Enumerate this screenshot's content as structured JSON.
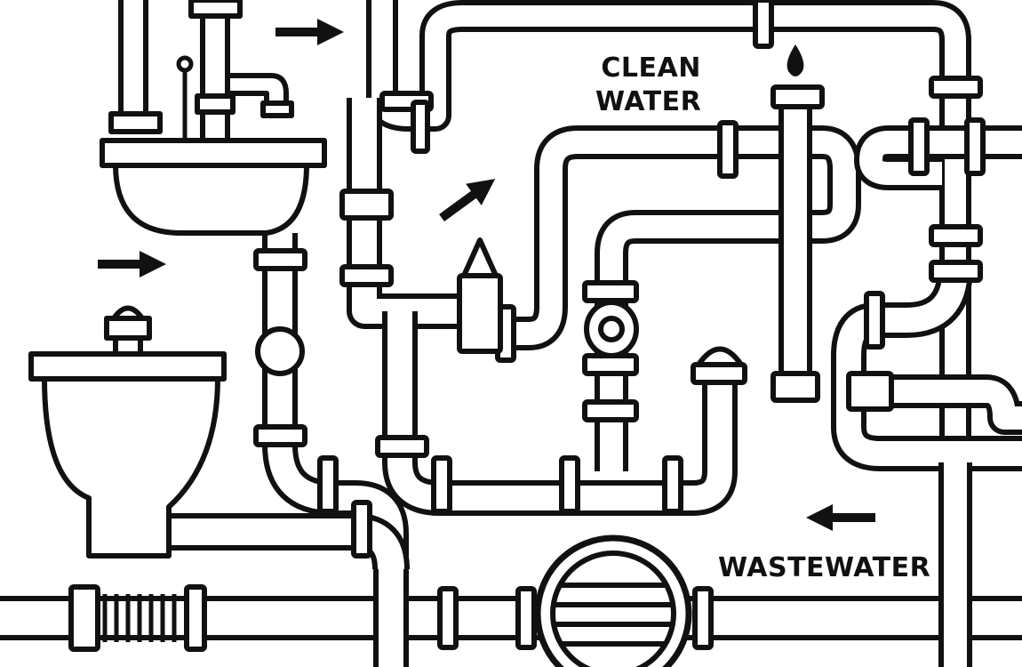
{
  "labels": {
    "clean_water_line1": "CLEAN",
    "clean_water_line2": "WATER",
    "wastewater": "WASTEWATER"
  },
  "colors": {
    "line": "#111111",
    "background": "#ffffff"
  }
}
